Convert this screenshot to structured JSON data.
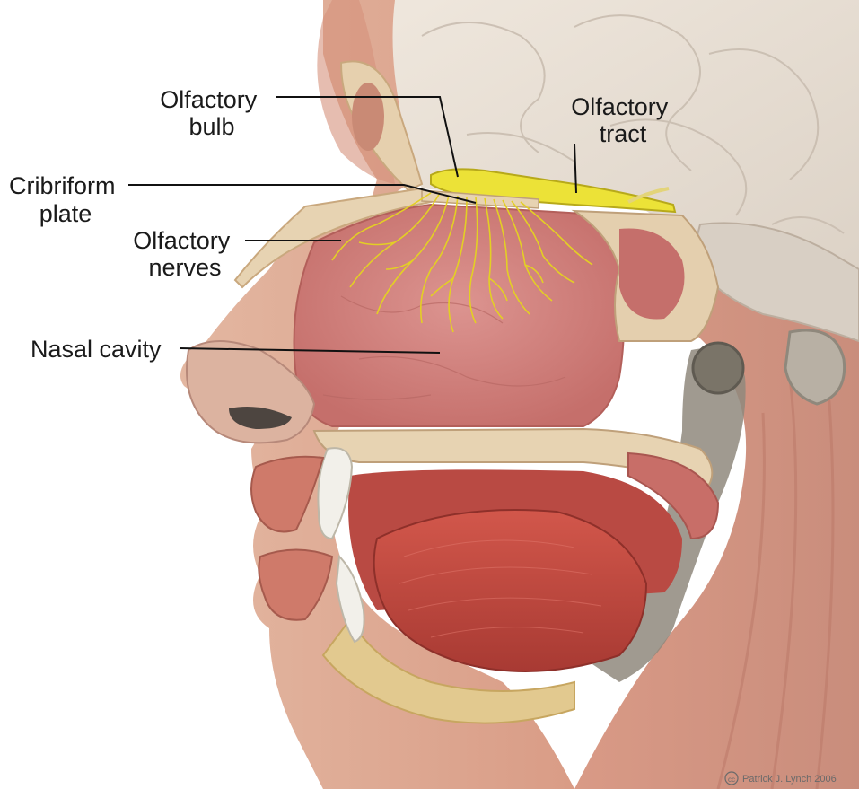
{
  "labels": {
    "olfactory_bulb": {
      "line1": "Olfactory",
      "line2": "bulb"
    },
    "olfactory_tract": {
      "line1": "Olfactory",
      "line2": "tract"
    },
    "cribriform_plate": {
      "line1": "Cribriform",
      "line2": "plate"
    },
    "olfactory_nerves": {
      "line1": "Olfactory",
      "line2": "nerves"
    },
    "nasal_cavity": "Nasal cavity"
  },
  "credit": "Patrick J. Lynch 2006",
  "credit_mark": "cc",
  "colors": {
    "skin": "#e9c2ad",
    "muscle": "#c4554c",
    "mucosa": "#cf7f7b",
    "bone": "#e7d3b2",
    "brain": "#ece3d9",
    "nerve": "#e9d82a",
    "gray_tissue": "#8a8478"
  }
}
